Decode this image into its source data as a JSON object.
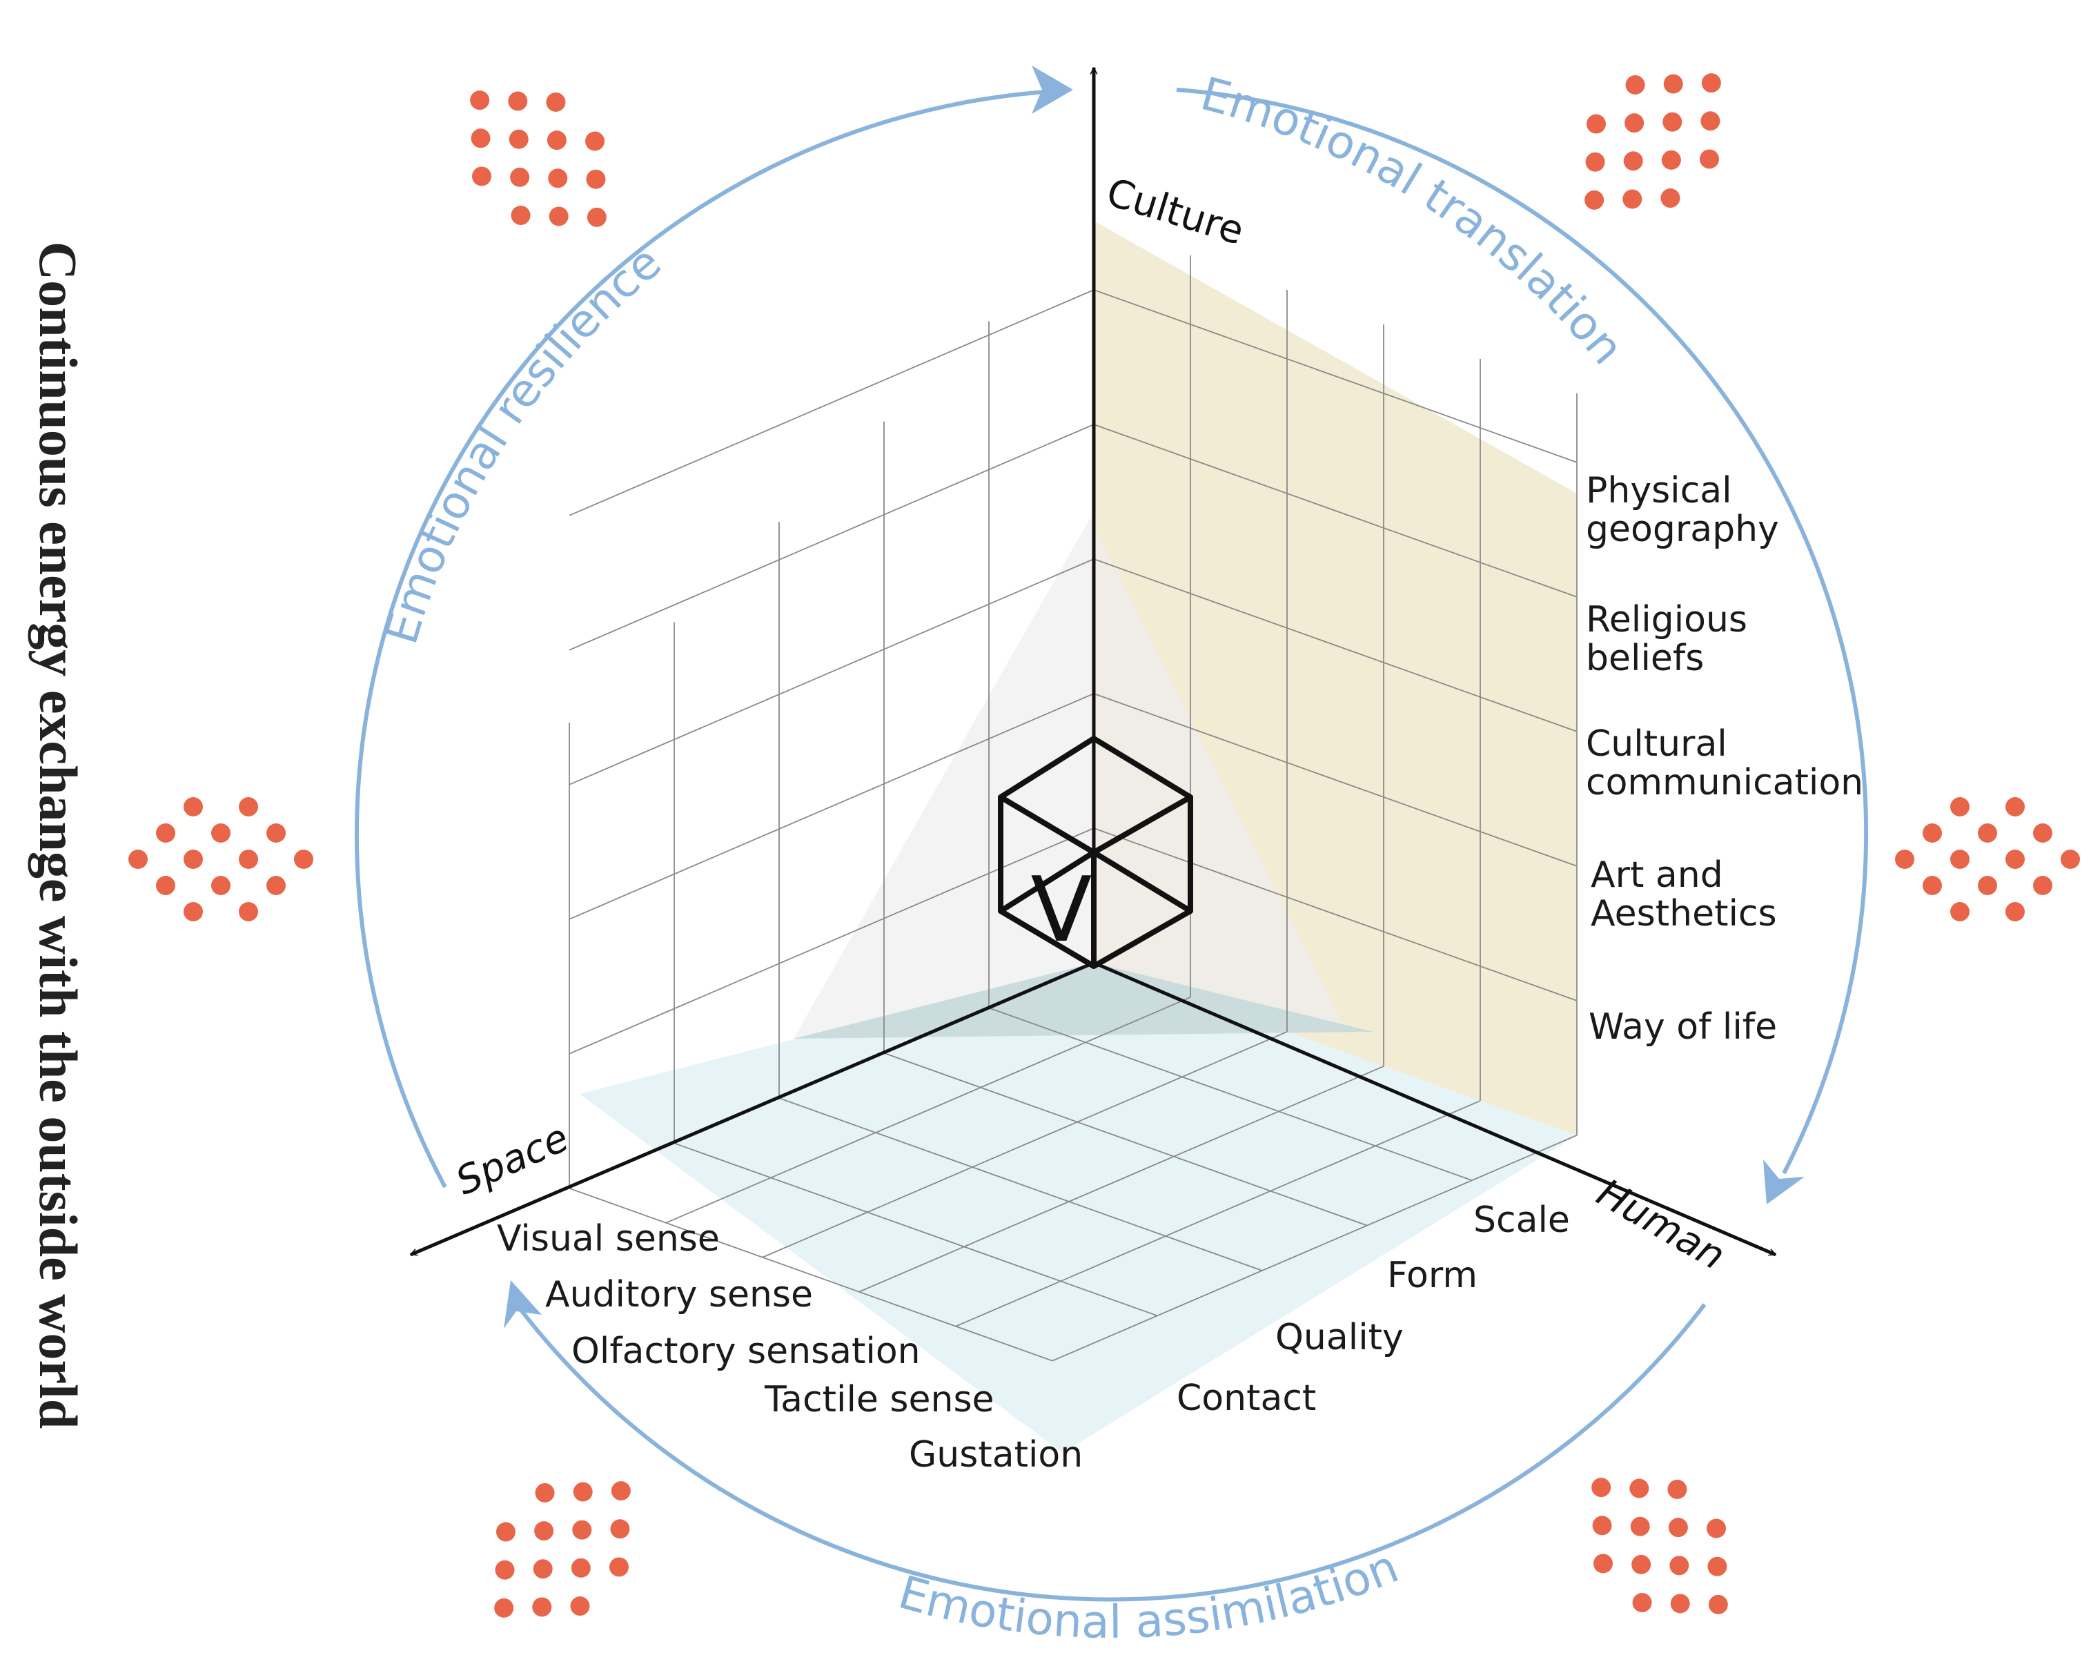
{
  "side_title": "Continuous energy exchange with the outside world",
  "axes": {
    "culture": "Culture",
    "space": "Space",
    "human": "Human"
  },
  "culture_items": [
    [
      "Physical",
      "geography"
    ],
    [
      "Religious",
      "beliefs"
    ],
    [
      "Cultural",
      "communication"
    ],
    [
      "Art and",
      "Aesthetics"
    ],
    [
      "Way of life"
    ]
  ],
  "space_items": [
    "Visual sense",
    "Auditory sense",
    "Olfactory sensation",
    "Tactile sense",
    "Gustation"
  ],
  "human_items": [
    "Scale",
    "Form",
    "Quality",
    "Contact"
  ],
  "cube_letter": "V",
  "ring_labels": {
    "top_right": "Emotional translation",
    "top_left": "Emotional resilience",
    "bottom": "Emotional assimilation"
  },
  "colors": {
    "ring": "#89b3dc",
    "culture_plane": "#f3ecd4",
    "floor_plane": "#e6f3f7",
    "triangle": "#c4d8da",
    "dots": "#e8654a"
  }
}
